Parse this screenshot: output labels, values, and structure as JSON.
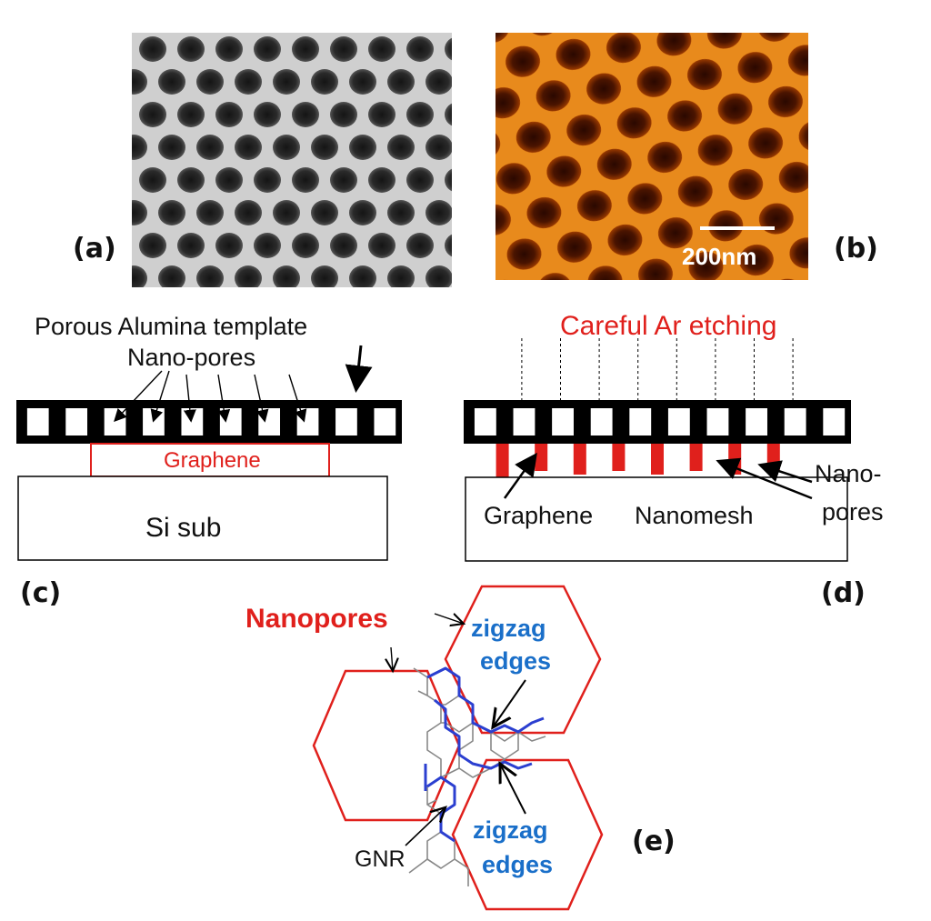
{
  "panels": {
    "a": {
      "letter": "(a)"
    },
    "b": {
      "letter": "(b)",
      "scalebar": "200nm"
    },
    "c": {
      "letter": "(c)",
      "template_label": "Porous Alumina template",
      "pores_label": "Nano-pores",
      "graphene_label": "Graphene",
      "substrate_label": "Si sub"
    },
    "d": {
      "letter": "(d)",
      "etch_label": "Careful Ar etching",
      "graphene_label": "Graphene",
      "nanomesh_label": "Nanomesh",
      "pores_label_1": "Nano-",
      "pores_label_2": "pores"
    },
    "e": {
      "letter": "(e)",
      "nanopores_label": "Nanopores",
      "zigzag_top_1": "zigzag",
      "zigzag_top_2": "edges",
      "zigzag_bottom_1": "zigzag",
      "zigzag_bottom_2": "edges",
      "gnr_label": "GNR"
    }
  },
  "colors": {
    "red": "#e0201c",
    "blue": "#1a6fc9",
    "afm_dark": "#3a0e00",
    "afm_bright": "#ff9a1a",
    "sem_dark": "#1c1c1c",
    "sem_bright": "#d8d8d8"
  }
}
